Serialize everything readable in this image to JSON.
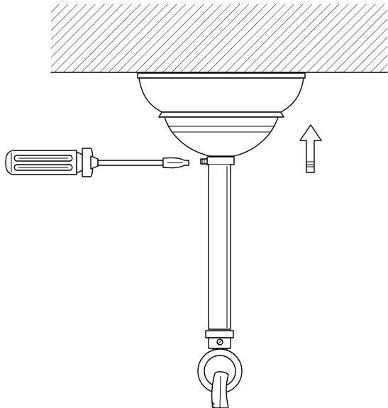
{
  "diagram": {
    "colors": {
      "ink": "#000000",
      "paper": "#ffffff"
    },
    "icons": [
      "hatched-ceiling",
      "ceiling-canopy",
      "screwdriver",
      "set-screw",
      "downrod",
      "hanger-ring",
      "power-cable",
      "push-up-arrow"
    ],
    "direction_hint": "up"
  }
}
